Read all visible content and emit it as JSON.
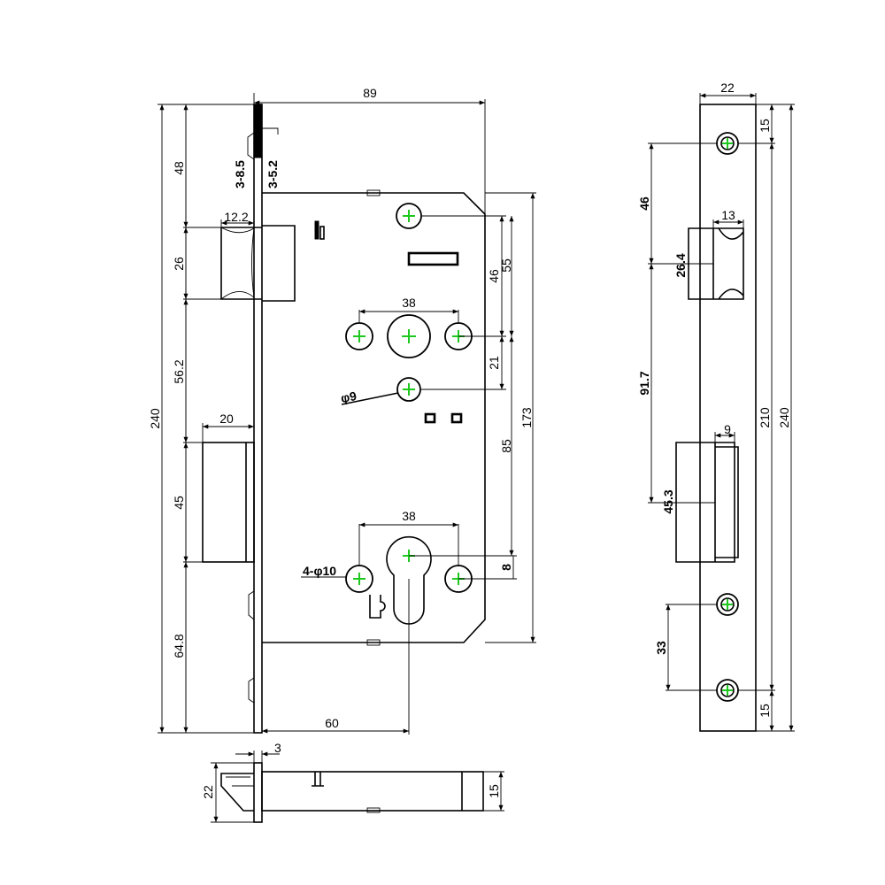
{
  "accent_colors": {
    "hole_center_mark": "#1ec81e",
    "line": "#000000"
  },
  "front_view": {
    "top_width": "89",
    "left_heights": {
      "overall": "240",
      "top": "48",
      "latch": "26",
      "mid": "56.2",
      "deadbolt": "45",
      "bottom": "64.8"
    },
    "latch_width": "12.2",
    "deadbolt_width": "20",
    "faceplate_notes": {
      "a": "3-8.5",
      "b": "3-5.2"
    },
    "follower_spacing": "38",
    "follower_hole": "φ9",
    "cylinder_spacing": "38",
    "cylinder_holes": "4-φ10",
    "cylinder_offset": "8",
    "backset": "60",
    "right_dims": {
      "d46": "46",
      "d55": "55",
      "d21": "21",
      "d85": "85",
      "d173": "173"
    }
  },
  "side_view": {
    "plate_width": "22",
    "top_hole": "15",
    "bottom_hole": "15",
    "inner_height": "210",
    "overall_height": "240",
    "latch_width": "13",
    "latch_height": "26.4",
    "latch_to_top": "46",
    "latch_to_bolt": "91.7",
    "bolt_width": "9",
    "bolt_height": "45.3",
    "hole_spacing": "33"
  },
  "bottom_view": {
    "plate_thickness": "3",
    "plate_height": "22",
    "case_height": "15"
  }
}
